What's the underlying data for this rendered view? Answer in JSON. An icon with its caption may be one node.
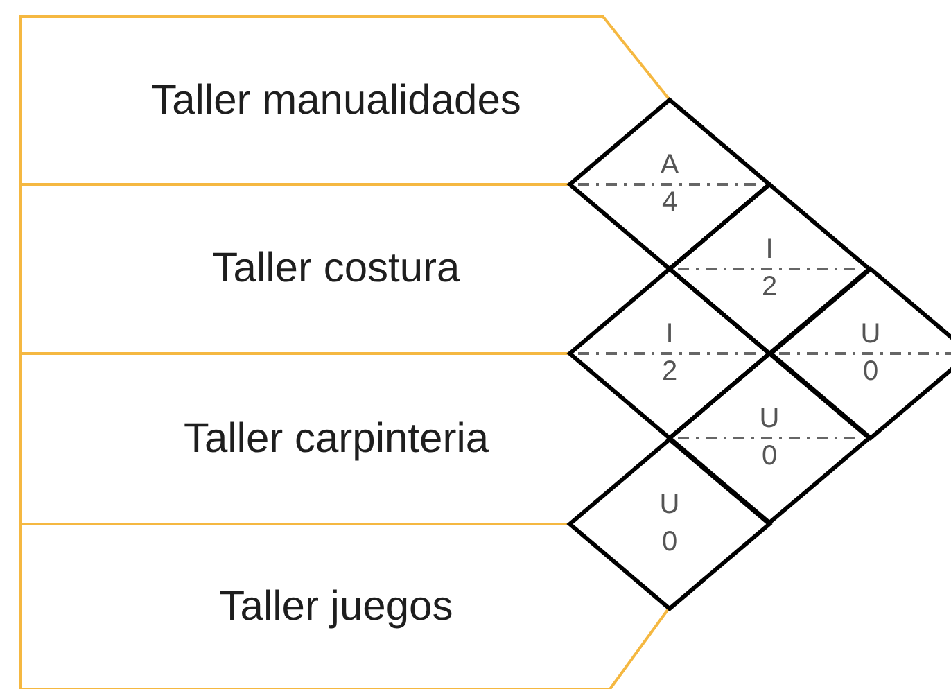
{
  "diagram": {
    "nodes": [
      {
        "text": [
          "Taller manualidades"
        ]
      },
      {
        "text": [
          "Taller costura"
        ]
      },
      {
        "text": [
          "Taller carpinteria"
        ]
      },
      {
        "text": [
          "Taller juegos"
        ]
      },
      {
        "text": [
          "A",
          "4"
        ]
      },
      {
        "text": [
          "I",
          "2"
        ]
      },
      {
        "text": [
          "U",
          "0"
        ]
      },
      {
        "text": [
          "I",
          "2"
        ]
      },
      {
        "text": [
          "U",
          "0"
        ]
      },
      {
        "text": [
          "U",
          "0"
        ]
      }
    ]
  }
}
